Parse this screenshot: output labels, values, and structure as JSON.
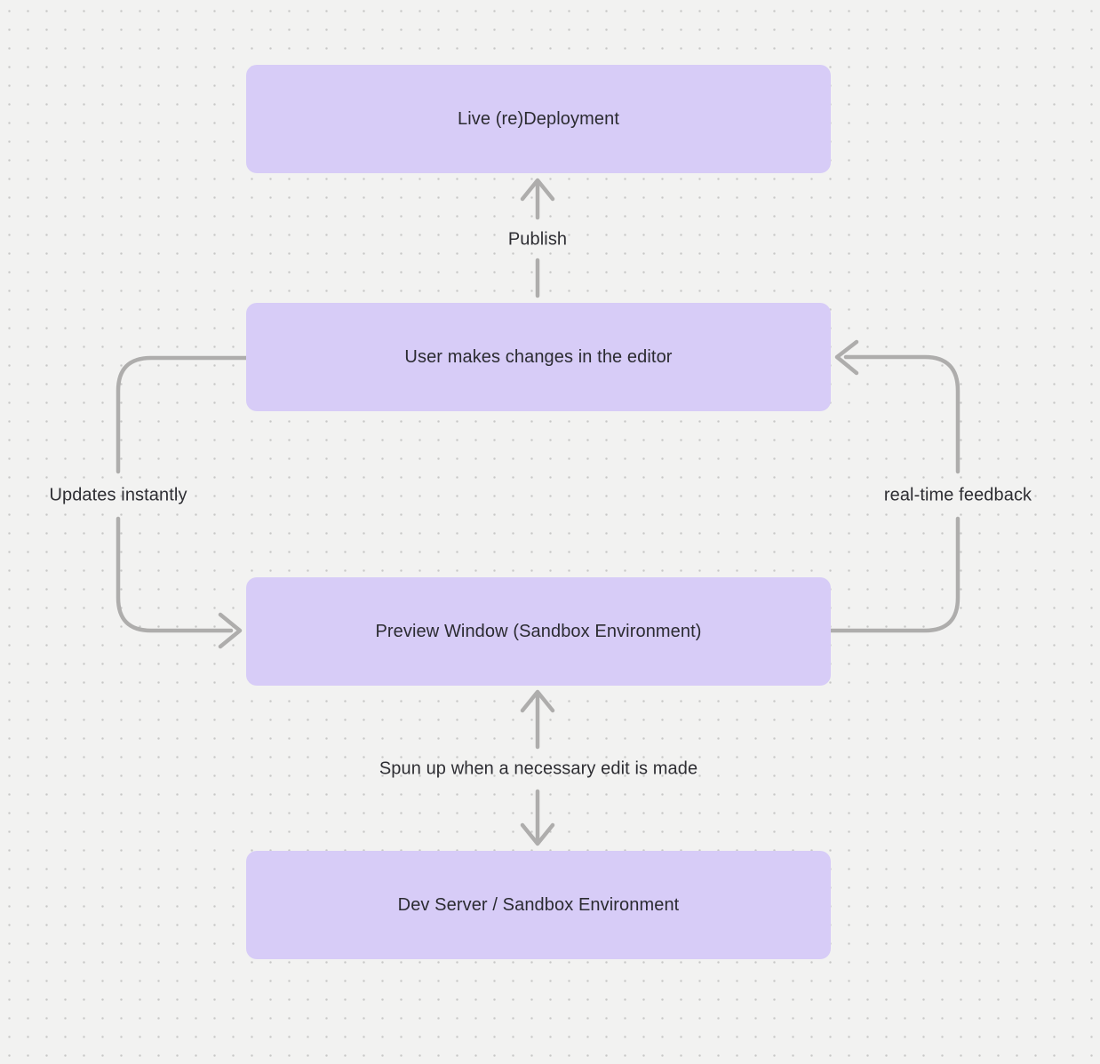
{
  "diagram": {
    "type": "flowchart",
    "background": "dot-grid",
    "nodes": [
      {
        "id": "live-redeployment",
        "label": "Live (re)Deployment"
      },
      {
        "id": "editor-changes",
        "label": "User makes changes in the editor"
      },
      {
        "id": "preview-window",
        "label": "Preview Window (Sandbox Environment)"
      },
      {
        "id": "dev-server",
        "label": "Dev Server / Sandbox Environment"
      }
    ],
    "edges": [
      {
        "id": "publish",
        "from": "editor-changes",
        "to": "live-redeployment",
        "label": "Publish",
        "style": "straight-vertical",
        "arrowheads": "to"
      },
      {
        "id": "updates-instantly",
        "from": "editor-changes",
        "to": "preview-window",
        "label": "Updates instantly",
        "style": "left-side-loop",
        "arrowheads": "to"
      },
      {
        "id": "real-time-feedback",
        "from": "preview-window",
        "to": "editor-changes",
        "label": "real-time feedback",
        "style": "right-side-loop",
        "arrowheads": "to"
      },
      {
        "id": "spun-up",
        "from": "preview-window",
        "to": "dev-server",
        "label": "Spun up when a necessary edit is made",
        "style": "straight-vertical",
        "arrowheads": "both"
      }
    ]
  },
  "colors": {
    "canvas_background": "#f2f2f1",
    "grid_dot": "#c7c7c6",
    "node_fill": "#d7ccf7",
    "node_text": "#2b2b31",
    "arrow_stroke": "#aeadac",
    "label_text": "#2e2e33"
  }
}
